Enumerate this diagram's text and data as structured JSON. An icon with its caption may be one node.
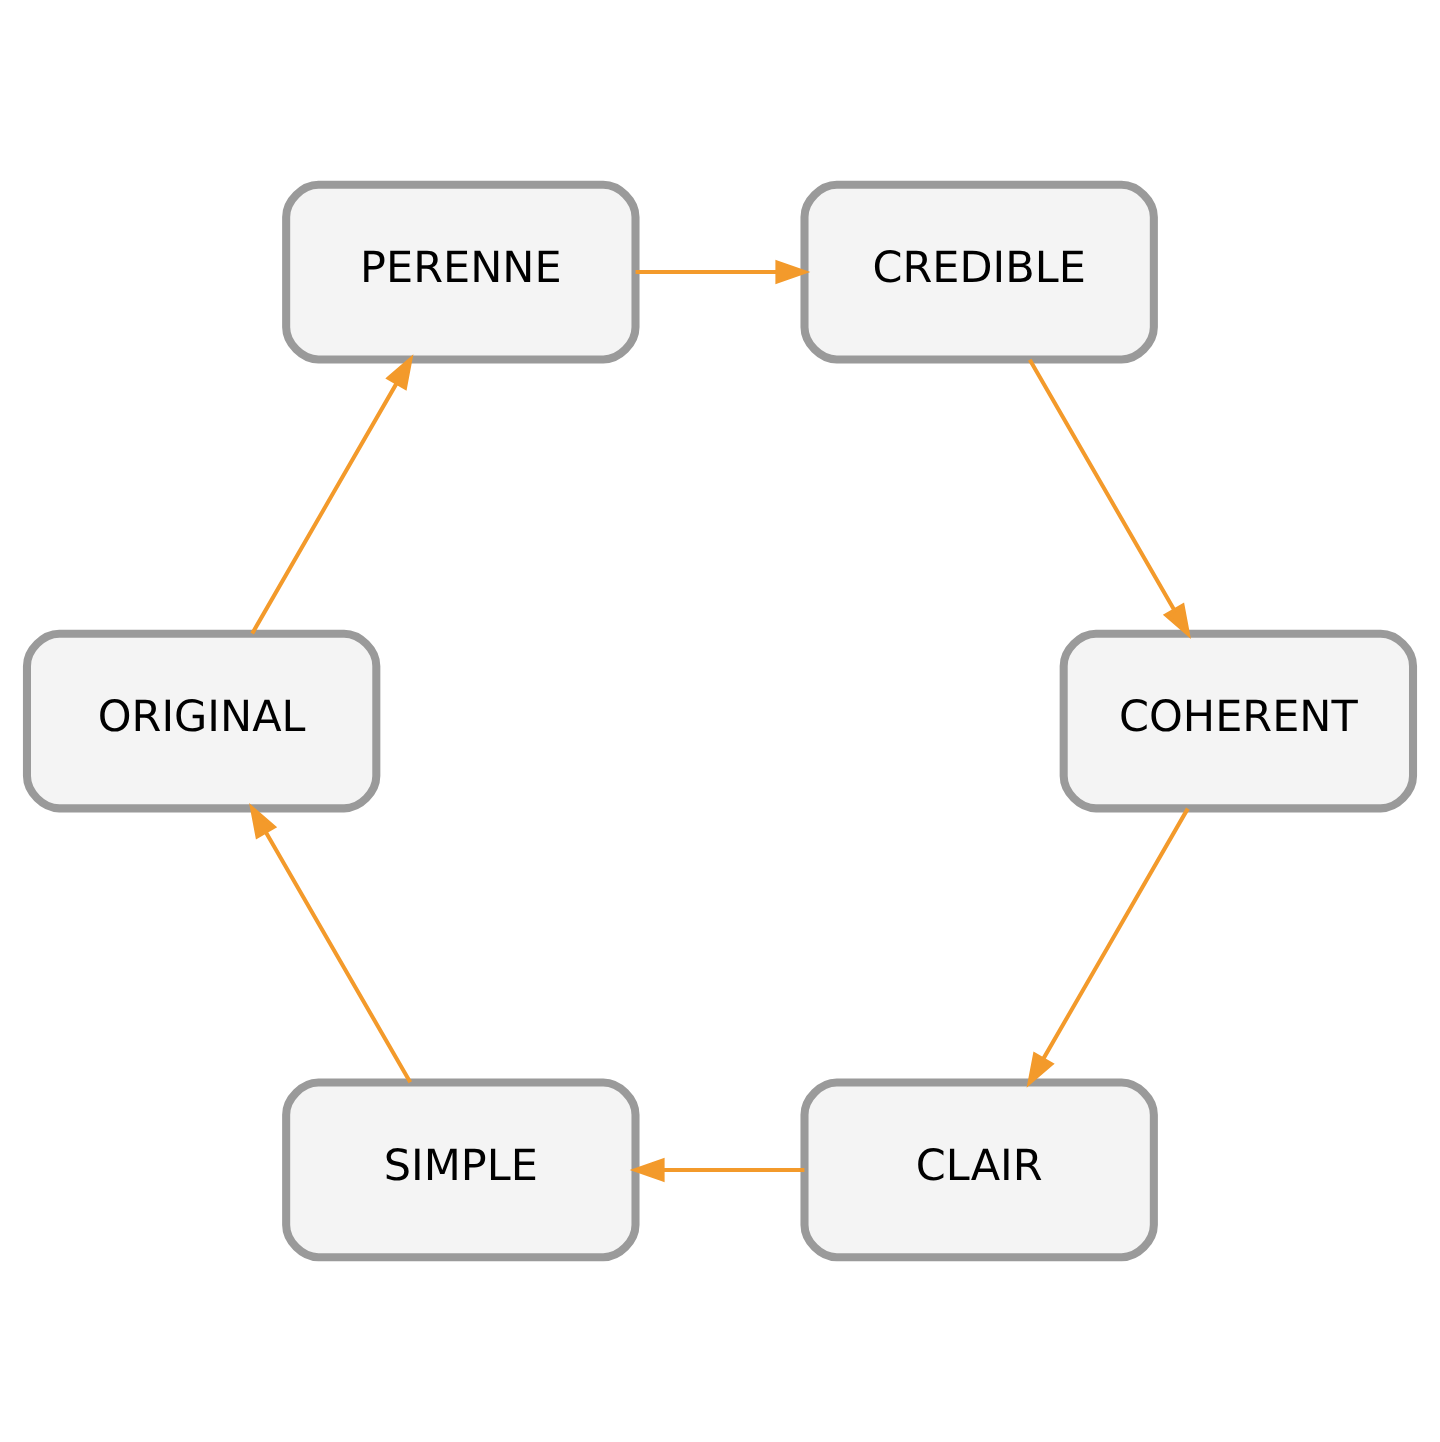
{
  "diagram": {
    "nodes": [
      {
        "text": [
          "CLAIR"
        ]
      },
      {
        "text": [
          "SIMPLE"
        ]
      },
      {
        "text": [
          "ORIGINAL"
        ]
      },
      {
        "text": [
          "PERENNE"
        ]
      },
      {
        "text": [
          "CREDIBLE"
        ]
      },
      {
        "text": [
          "COHERENT"
        ]
      }
    ],
    "edges": [
      {
        "from": 0,
        "to": 1,
        "arrow": "to"
      },
      {
        "from": 1,
        "to": 2,
        "arrow": "to"
      },
      {
        "from": 2,
        "to": 3,
        "arrow": "to"
      },
      {
        "from": 3,
        "to": 4,
        "arrow": "to"
      },
      {
        "from": 4,
        "to": 5,
        "arrow": "to"
      },
      {
        "from": 5,
        "to": 0,
        "arrow": "to"
      }
    ]
  }
}
